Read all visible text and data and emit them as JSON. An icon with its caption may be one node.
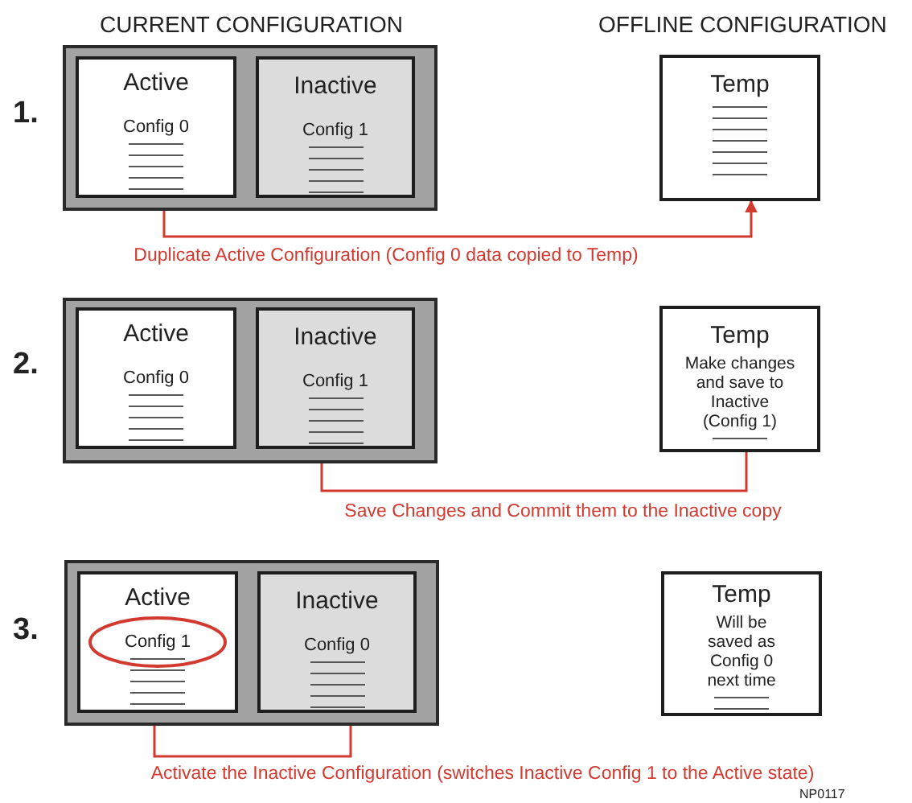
{
  "diagram": {
    "nodes": [
      {
        "text": [],
        "shape": "box"
      },
      {
        "text": [
          "Active",
          "Config 0"
        ],
        "in": 0
      },
      {
        "text": [
          "Inactive",
          "Config 1"
        ],
        "in": 0
      },
      {
        "text": [
          "Temp"
        ]
      },
      {
        "text": [],
        "shape": "box"
      },
      {
        "text": [
          "Active",
          "Config 0"
        ],
        "in": 4
      },
      {
        "text": [
          "Inactive",
          "Config 1"
        ],
        "in": 4
      },
      {
        "text": [
          "Temp",
          "Make changes and save to Inactive (Config 1)"
        ]
      },
      {
        "text": [],
        "shape": "box"
      },
      {
        "text": [
          "Active",
          "Config 1"
        ],
        "in": 8
      },
      {
        "text": [
          "Inactive",
          "Config 0"
        ],
        "in": 8
      },
      {
        "text": [
          "Temp",
          "Will be saved as Config 0 next time"
        ]
      }
    ],
    "edges": [
      {
        "from": 1,
        "to": 3,
        "arrow": "to",
        "label": "Duplicate Active Configuration (Config 0 data copied to Temp)"
      },
      {
        "from": 7,
        "to": 6,
        "arrow": "to",
        "label": "Save Changes and Commit them to the Inactive copy"
      },
      {
        "from": 10,
        "to": 9,
        "arrow": "to",
        "label": "Activate the Inactive Configuration (switches Inactive Config 1 to the Active state)"
      }
    ],
    "labels": [
      "CURRENT CONFIGURATION",
      "OFFLINE CONFIGURATION",
      "1.",
      "2.",
      "3.",
      "NP0117"
    ]
  }
}
